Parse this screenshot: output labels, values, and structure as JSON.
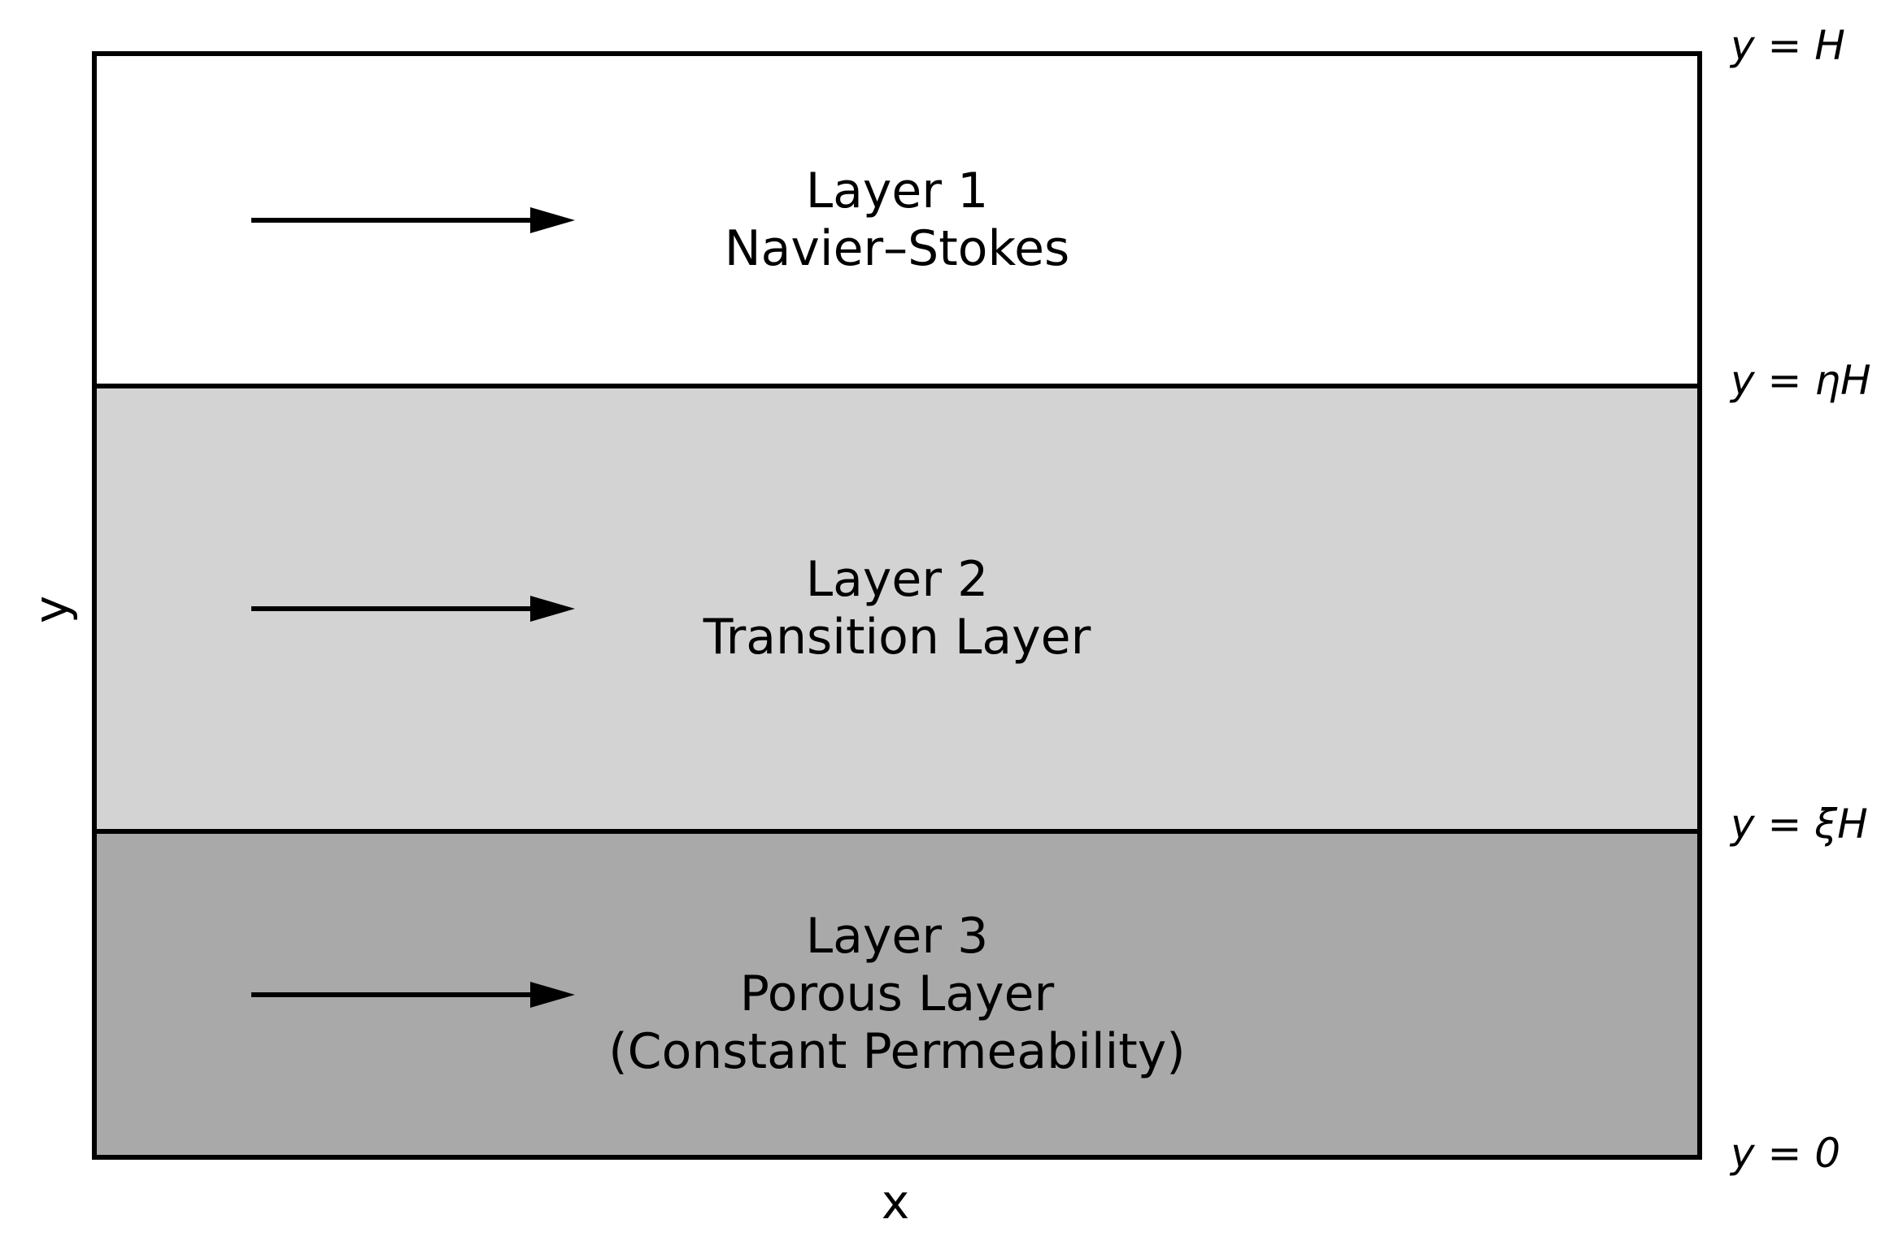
{
  "axes": {
    "x_label": "x",
    "y_label": "y"
  },
  "layers": [
    {
      "id": "layer-1",
      "title": "Layer 1",
      "subtitle": "Navier–Stokes",
      "color": "#ffffff"
    },
    {
      "id": "layer-2",
      "title": "Layer 2",
      "subtitle": "Transition Layer",
      "color": "#d3d3d3"
    },
    {
      "id": "layer-3",
      "title": "Layer 3",
      "subtitle": "Porous Layer",
      "note": "(Constant Permeability)",
      "color": "#a9a9a9"
    }
  ],
  "boundaries": [
    {
      "label": "y = H"
    },
    {
      "label": "y = ηH"
    },
    {
      "label": "y = ξH"
    },
    {
      "label": "y = 0"
    }
  ],
  "style": {
    "line_color": "#000000",
    "background": "#ffffff"
  }
}
